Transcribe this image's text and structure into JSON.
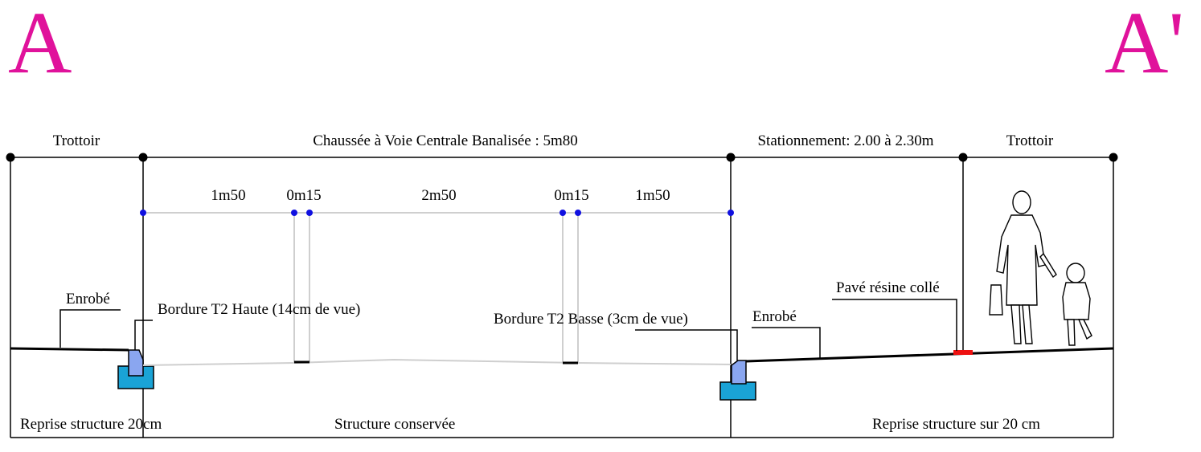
{
  "section": {
    "start_label": "A",
    "end_label": "A'",
    "label_color": "#e0129b"
  },
  "zones": {
    "left_sidewalk": "Trottoir",
    "carriageway": "Chaussée à Voie Centrale Banalisée : 5m80",
    "parking": "Stationnement: 2.00 à 2.30m",
    "right_sidewalk": "Trottoir"
  },
  "dimensions": {
    "lane_left": "1m50",
    "sep_left": "0m15",
    "center": "2m50",
    "sep_right": "0m15",
    "lane_right": "1m50"
  },
  "annotations": {
    "enrobe_left": "Enrobé",
    "curb_high": "Bordure T2 Haute (14cm de vue)",
    "curb_low": "Bordure T2 Basse (3cm de vue)",
    "enrobe_right": "Enrobé",
    "pave": "Pavé résine collé"
  },
  "structure": {
    "left": "Reprise structure 20cm",
    "center": "Structure conservée",
    "right": "Reprise structure sur 20 cm"
  },
  "colors": {
    "curb_fill": "#8aa6f0",
    "foundation_fill": "#1aa3d6",
    "dimension_dot": "#1010e0",
    "pave_marker": "#ee1111"
  },
  "icons": [
    "pedestrians-icon"
  ]
}
